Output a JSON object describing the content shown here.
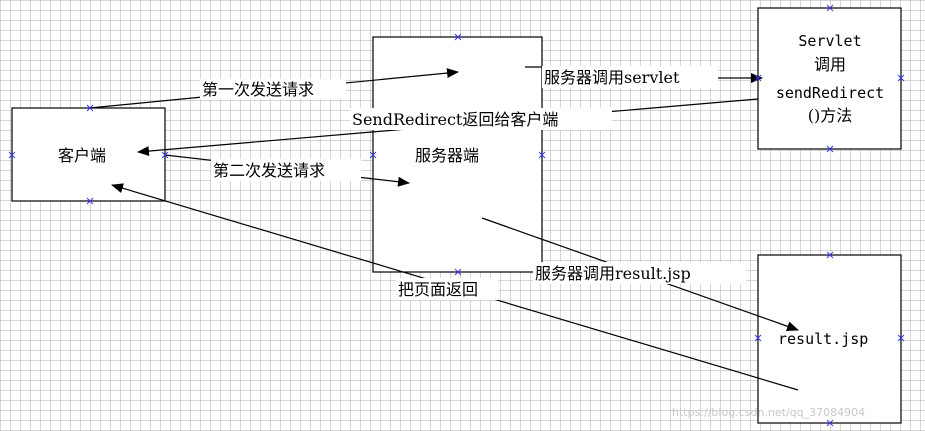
{
  "nodes": {
    "client": "客户端",
    "server": "服务器端",
    "servlet": [
      "Servlet",
      "调用",
      "sendRedirect",
      "()方法"
    ],
    "result_jsp": "result.jsp"
  },
  "edges": {
    "first_request": "第一次发送请求",
    "send_redirect_back": "SendRedirect返回给客户端",
    "second_request": "第二次发送请求",
    "server_calls_servlet": "服务器调用servlet",
    "server_calls_result": "服务器调用result.jsp",
    "return_page": "把页面返回"
  },
  "watermark": "https://blog.csdn.net/qq_37084904",
  "colors": {
    "line": "#000000",
    "handle": "#3a3af0",
    "grid": "#b4b4b4"
  }
}
